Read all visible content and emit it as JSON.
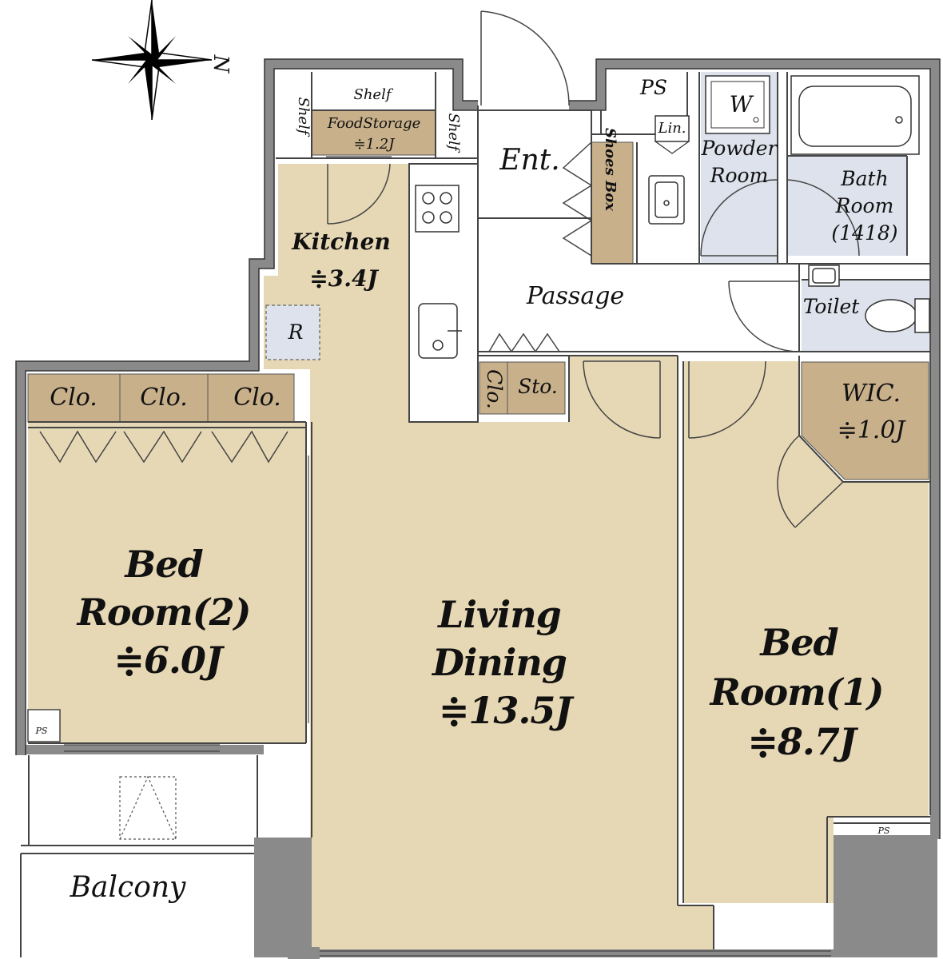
{
  "compass": {
    "north_label": "N"
  },
  "rooms": {
    "shelf_top": "Shelf",
    "shelf_left": "Shelf",
    "shelf_right": "Shelf",
    "food_storage_name": "FoodStorage",
    "food_storage_area": "≑1.2J",
    "kitchen_name": "Kitchen",
    "kitchen_area": "≑3.4J",
    "refrigerator": "R",
    "entrance": "Ent.",
    "shoes_box": "Shoes Box",
    "ps_top": "PS",
    "linen": "Lin.",
    "washer": "W",
    "powder_room_1": "Powder",
    "powder_room_2": "Room",
    "bath_room_1": "Bath",
    "bath_room_2": "Room",
    "bath_size": "(1418)",
    "passage": "Passage",
    "toilet": "Toilet",
    "closet_1": "Clo.",
    "closet_2": "Clo.",
    "closet_3": "Clo.",
    "closet_small": "Clo.",
    "storage": "Sto.",
    "wic_name": "WIC.",
    "wic_area": "≑1.0J",
    "bedroom2_1": "Bed",
    "bedroom2_2": "Room(2)",
    "bedroom2_area": "≑6.0J",
    "living_1": "Living",
    "living_2": "Dining",
    "living_area": "≑13.5J",
    "bedroom1_1": "Bed",
    "bedroom1_2": "Room(1)",
    "bedroom1_area": "≑8.7J",
    "ps_left": "PS",
    "ps_right": "PS",
    "balcony": "Balcony"
  },
  "colors": {
    "floor": "#e7d8b5",
    "storage": "#c8b08b",
    "wet_area": "#dde2ec",
    "wall": "#888888",
    "balcony": "#ffffff"
  }
}
